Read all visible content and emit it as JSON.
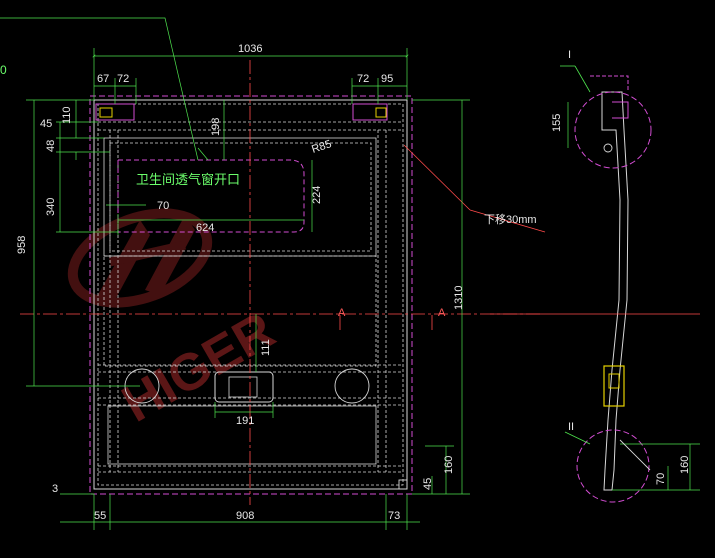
{
  "drawing": {
    "background": "#000000",
    "colors": {
      "outline": "#d8d8d8",
      "magenta": "#d24dd2",
      "green": "#4ee34e",
      "red": "#ff4a4a",
      "yellow": "#e6d000",
      "watermark": "#7a1e1e"
    },
    "watermark": {
      "brand": "HIGER",
      "logo_icon": "higer-logo-icon"
    },
    "dims": {
      "top_width": "1036",
      "top_left_a": "67",
      "top_left_b": "72",
      "top_right_a": "72",
      "top_right_b": "95",
      "left_45": "45",
      "left_110": "110",
      "left_48": "48",
      "left_340": "340",
      "left_958": "958",
      "inner_198": "198",
      "inner_224": "224",
      "inner_70": "70",
      "inner_624": "624",
      "inner_111": "111",
      "inner_191": "191",
      "right_1310": "1310",
      "right_160": "160",
      "right_45": "45",
      "bottom_3": "3",
      "bottom_55": "55",
      "bottom_908": "908",
      "bottom_73": "73",
      "side_155": "155",
      "side_160": "160",
      "side_70": "70"
    },
    "labels": {
      "radius": "R85",
      "vent_opening": "卫生间透气窗开口",
      "shift_note": "下移30mm",
      "section_mark": "A",
      "section_mark_2": "A",
      "detail_1": "I",
      "detail_2": "II",
      "edge_zero": "0"
    }
  }
}
